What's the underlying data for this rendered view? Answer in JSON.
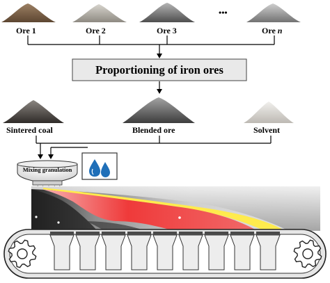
{
  "ores": [
    {
      "label": "Ore 1",
      "color": "#8a6f55"
    },
    {
      "label": "Ore 2",
      "color": "#b9b5ad"
    },
    {
      "label": "Ore 3",
      "color": "#8f8f8f"
    },
    {
      "label": "Ore n",
      "color": "#a9a9a9"
    }
  ],
  "ellipsis": "•••",
  "process_box": {
    "label": "Proportioning of iron ores"
  },
  "materials": [
    {
      "label": "Sintered coal",
      "color": "#5e5954"
    },
    {
      "label": "Blended ore",
      "color": "#6f6f6f"
    },
    {
      "label": "Solvent",
      "color": "#d8d6d2"
    }
  ],
  "mixer": {
    "label": "Mixing granulation"
  },
  "water_icon": "water-drops-icon",
  "colors": {
    "sinter_hot": "#e8262e",
    "sinter_warm": "#ffe84a",
    "water": "#1f6fb8"
  }
}
